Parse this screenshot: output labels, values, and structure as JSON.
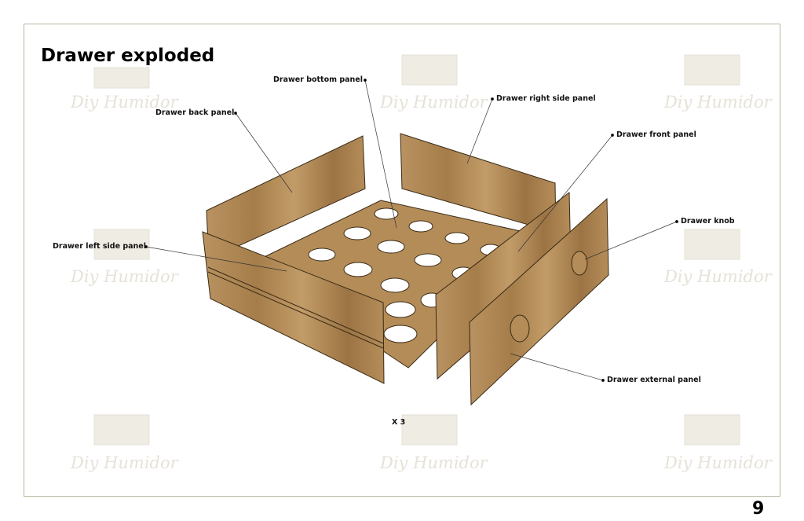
{
  "title": "Drawer exploded",
  "labels": {
    "bottom_panel": "Drawer bottom panel",
    "back_panel": "Drawer back panel",
    "right_side_panel": "Drawer right side panel",
    "front_panel": "Drawer front panel",
    "knob": "Drawer knob",
    "left_side_panel": "Drawer left side panel",
    "external_panel": "Drawer external panel"
  },
  "quantity": "X 3",
  "page_number": "9",
  "watermark": "Diy Humidor",
  "colors": {
    "wood": "#b08a55",
    "wood_dark": "#8a6a3e",
    "frame": "#b8b6a0"
  }
}
